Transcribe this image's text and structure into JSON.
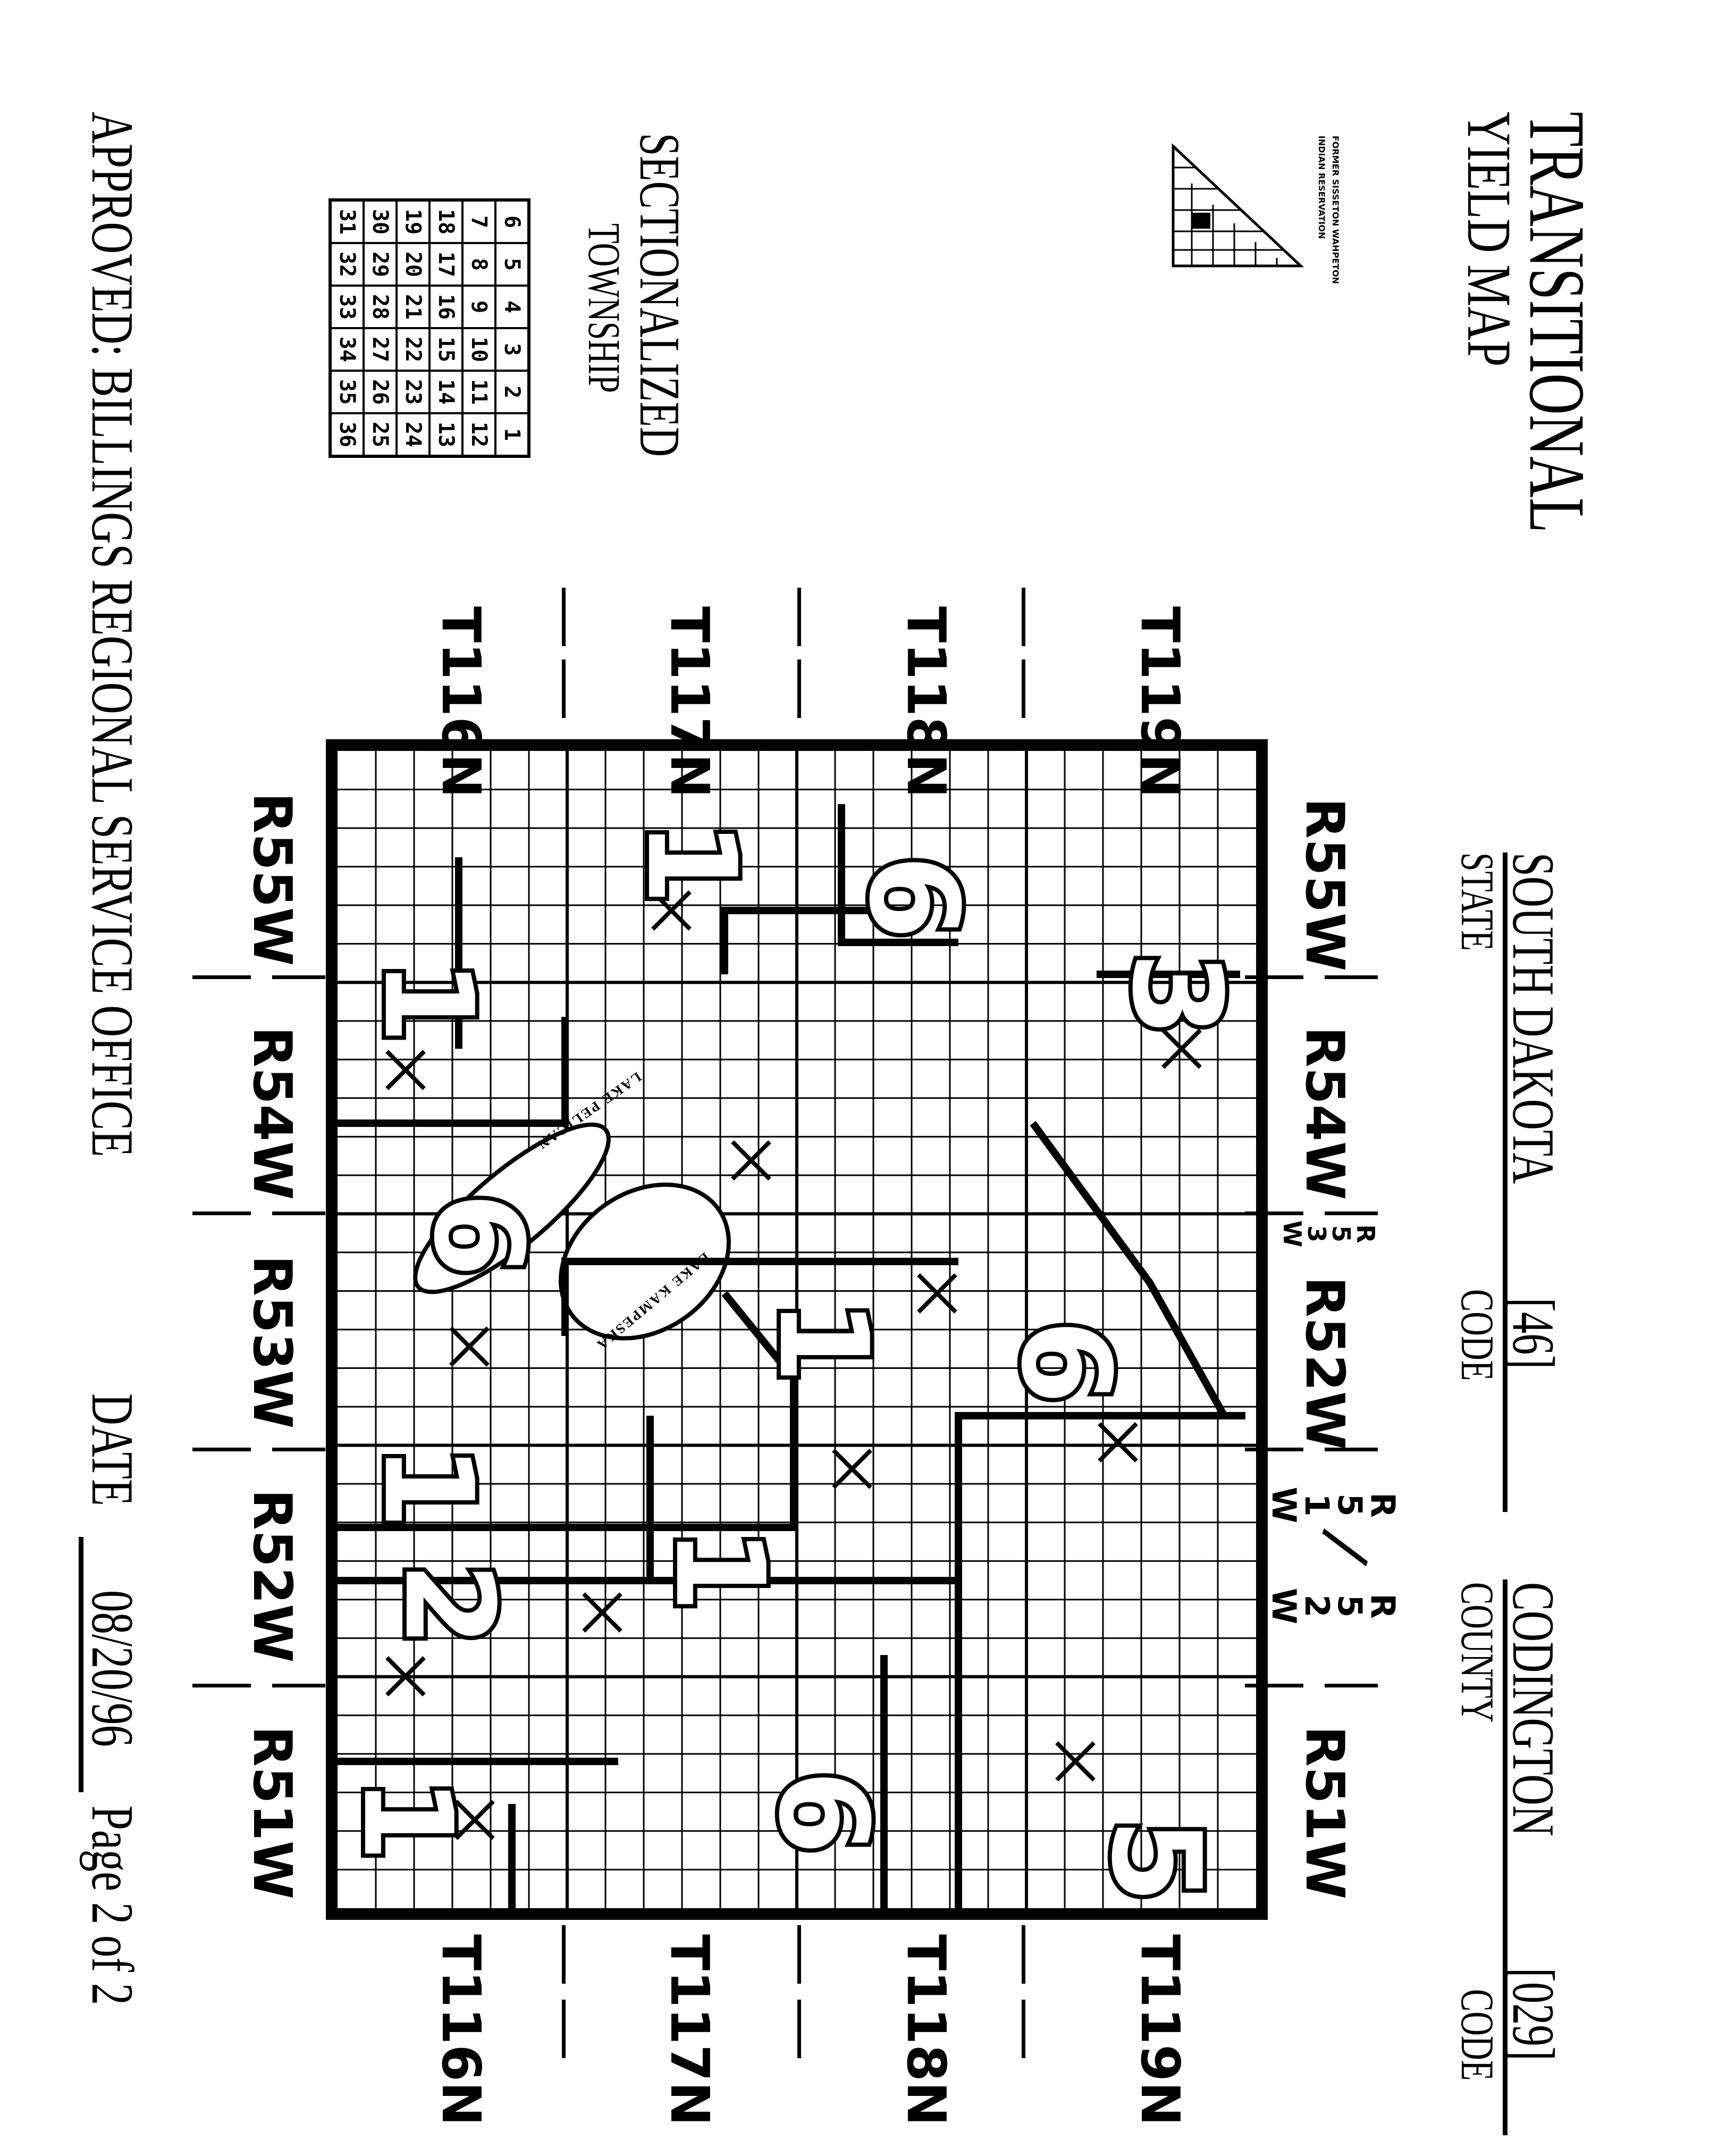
{
  "header": {
    "title_line1": "TRANSITIONAL",
    "title_line2": "YIELD MAP",
    "state_name": "SOUTH DAKOTA",
    "state_code": "[46]",
    "state_label": "STATE",
    "state_code_label": "CODE",
    "county_name": "CODINGTON",
    "county_code": "[029]",
    "county_label": "COUNTY",
    "county_code_label": "CODE"
  },
  "logo": {
    "caption_line1": "FORMER SISSETON WAHPETON",
    "caption_line2": "INDIAN RESERVATION"
  },
  "township_diagram": {
    "title_line1": "SECTIONALIZED",
    "title_line2": "TOWNSHIP",
    "rows": [
      [
        "6",
        "5",
        "4",
        "3",
        "2",
        "1"
      ],
      [
        "7",
        "8",
        "9",
        "10",
        "11",
        "12"
      ],
      [
        "18",
        "17",
        "16",
        "15",
        "14",
        "13"
      ],
      [
        "19",
        "20",
        "21",
        "22",
        "23",
        "24"
      ],
      [
        "30",
        "29",
        "28",
        "27",
        "26",
        "25"
      ],
      [
        "31",
        "32",
        "33",
        "34",
        "35",
        "36"
      ]
    ]
  },
  "map": {
    "townships": [
      "T119N",
      "T118N",
      "T117N",
      "T116N"
    ],
    "ranges_top": [
      "R55W",
      "R54W",
      "R52W",
      "R51W"
    ],
    "range_top_stack_1": [
      "R",
      "5",
      "3",
      "W"
    ],
    "range_top_stack_2": {
      "left": [
        "R",
        "5",
        "1",
        "W"
      ],
      "sep": "/",
      "right": [
        "R",
        "5",
        "2",
        "W"
      ]
    },
    "ranges_bottom": [
      "R55W",
      "R54W",
      "R53W",
      "R52W",
      "R51W"
    ],
    "lakes": [
      "LAKE KAMPESKA",
      "LAKE PELICAN"
    ],
    "yield_zones": [
      "3",
      "6",
      "1",
      "1",
      "6",
      "1",
      "6",
      "1",
      "1",
      "2",
      "6",
      "5",
      "1"
    ]
  },
  "footer": {
    "approved": "APPROVED: BILLINGS REGIONAL SERVICE OFFICE",
    "date_label": "DATE",
    "date_value": "08/20/96",
    "page": "Page 2 of 2"
  }
}
